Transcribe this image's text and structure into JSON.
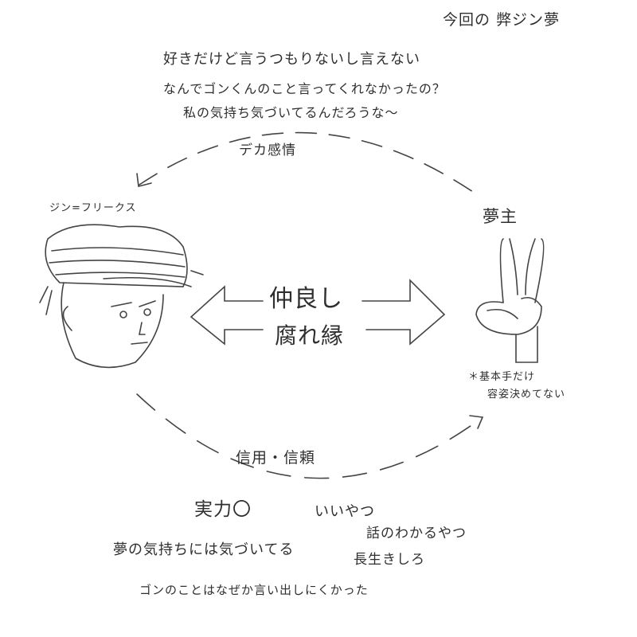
{
  "title": "今回の 弊ジン夢",
  "thoughts": [
    "好きだけど言うつもりないし言えない",
    "なんでゴンくんのこと言ってくれなかったの？",
    "私の気持ち気づいてるんだろうな〜"
  ],
  "top_arc_label": "デカ感情",
  "left_character": "ジン=フリークス",
  "right_character": "夢主",
  "relation": {
    "line1": "仲良し",
    "line2": "腐れ縁"
  },
  "note": {
    "line1": "＊基本手だけ",
    "line2": "容姿決めてない"
  },
  "bottom_arc_label": "信用・信頼",
  "bottom_notes": {
    "ability": "実力〇",
    "good_guy": "いいやつ",
    "understanding": "話のわかるやつ",
    "live_long": "長生きしろ",
    "aware": "夢の気持ちには気づいてる",
    "gon": "ゴンのことはなぜか言い出しにくかった"
  },
  "ink_color": "#333333"
}
